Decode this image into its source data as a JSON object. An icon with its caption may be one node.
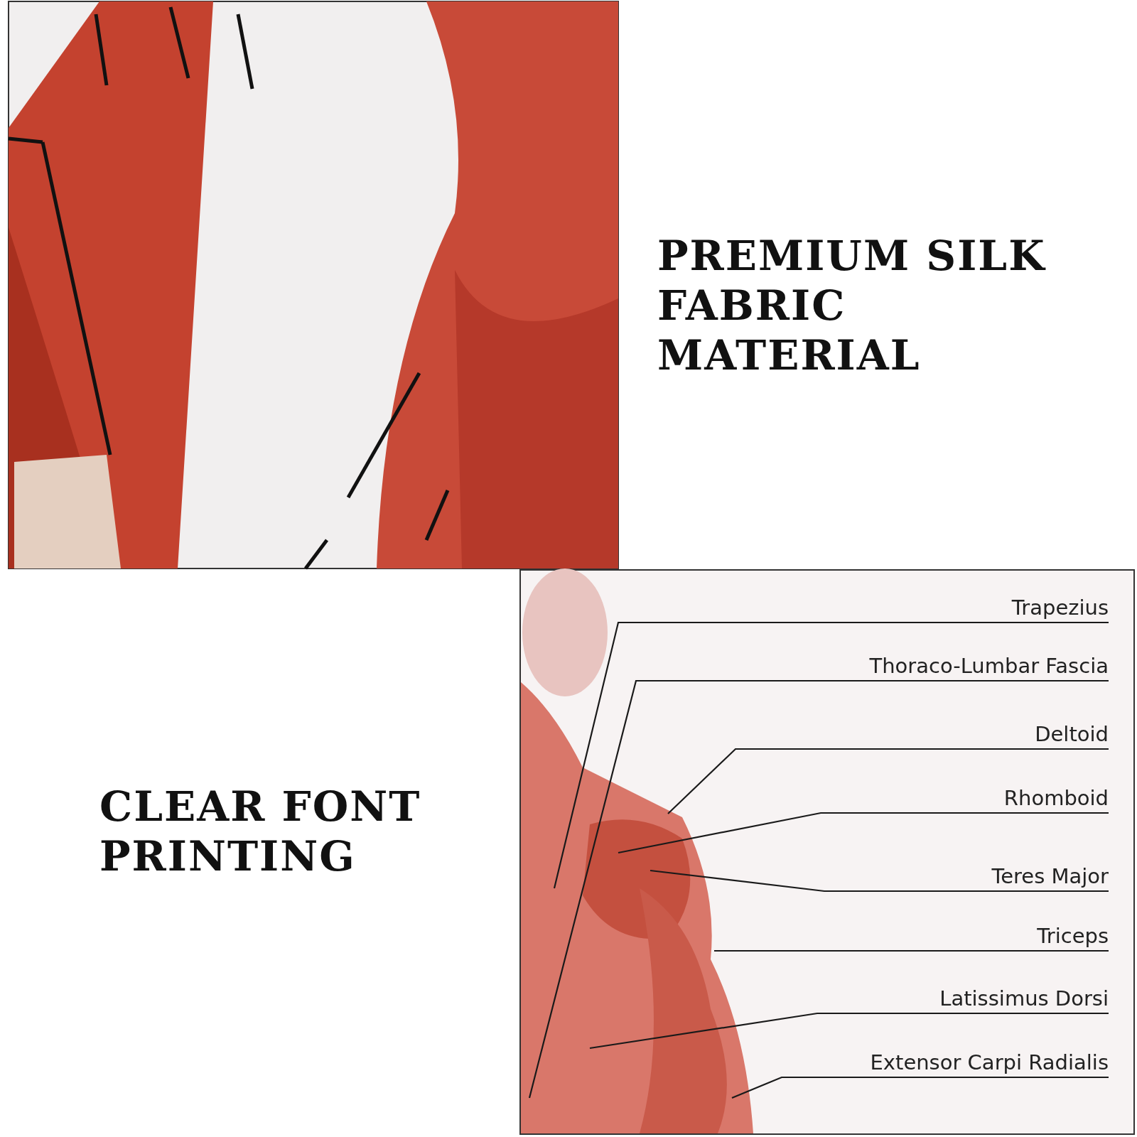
{
  "diagram": {
    "nodes": [
      {
        "text": [
          "Trapezius"
        ]
      },
      {
        "text": [
          "Thoraco-Lumbar Fascia"
        ]
      },
      {
        "text": [
          "Deltoid"
        ]
      },
      {
        "text": [
          "Rhomboid"
        ]
      },
      {
        "text": [
          "Teres Major"
        ]
      },
      {
        "text": [
          "Triceps"
        ]
      },
      {
        "text": [
          "Latissimus Dorsi"
        ]
      },
      {
        "text": [
          "Extensor Carpi Radialis"
        ]
      }
    ],
    "edges": [
      {
        "from": 0,
        "to": null,
        "arrow": "none"
      },
      {
        "from": 1,
        "to": null,
        "arrow": "none"
      },
      {
        "from": 2,
        "to": null,
        "arrow": "none"
      },
      {
        "from": 3,
        "to": null,
        "arrow": "none"
      },
      {
        "from": 4,
        "to": null,
        "arrow": "none"
      },
      {
        "from": 5,
        "to": null,
        "arrow": "none"
      },
      {
        "from": 6,
        "to": null,
        "arrow": "none"
      },
      {
        "from": 7,
        "to": null,
        "arrow": "none"
      }
    ],
    "labels": [
      "PREMIUM SILK FABRIC MATERIAL",
      "CLEAR FONT PRINTING"
    ]
  }
}
